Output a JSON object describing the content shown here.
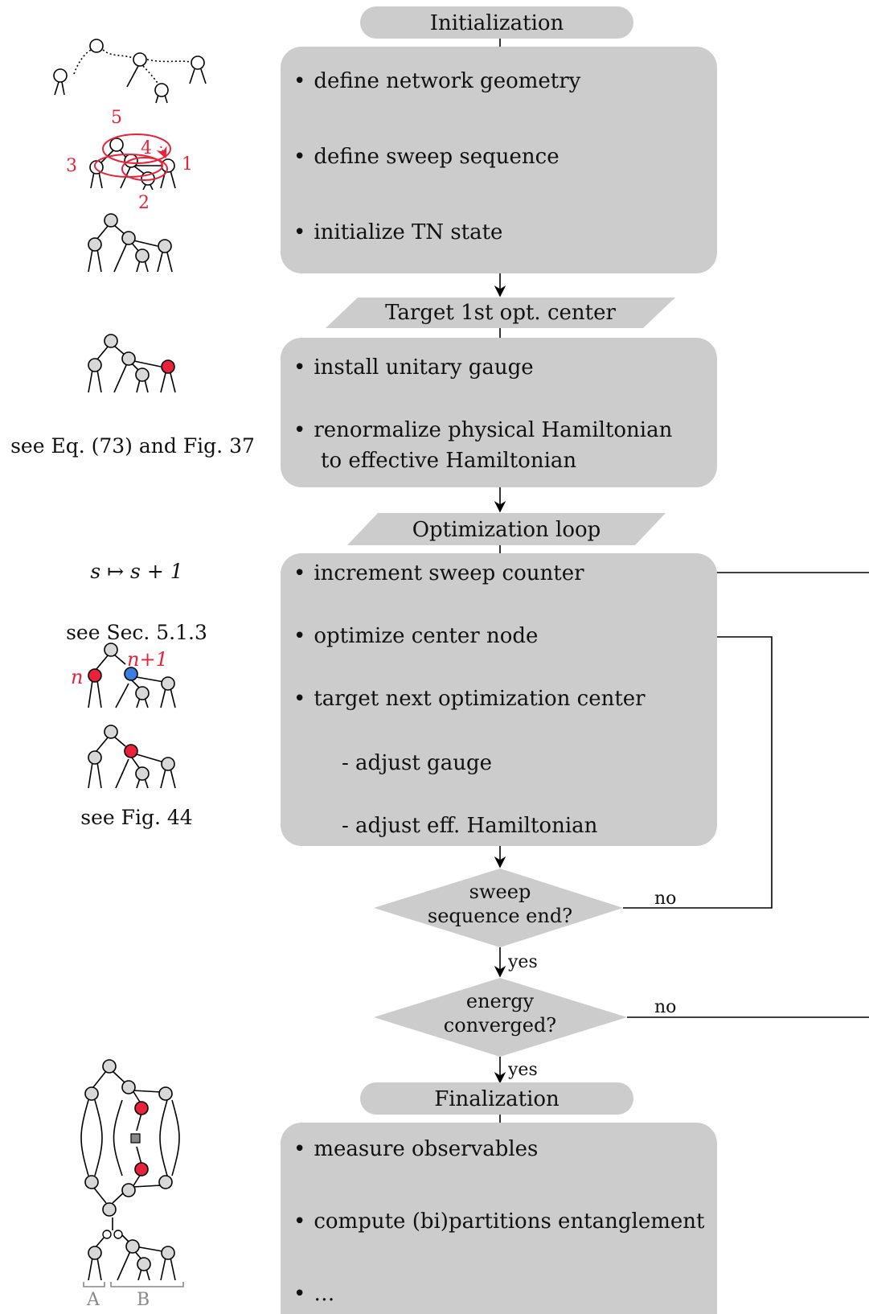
{
  "stages": {
    "initialization": "Initialization",
    "target_first": "Target 1st opt. center",
    "optimization_loop": "Optimization loop",
    "finalization": "Finalization"
  },
  "init_box": {
    "items": [
      "define network geometry",
      "define sweep sequence",
      "initialize TN state"
    ]
  },
  "target_box": {
    "items": [
      "install unitary gauge",
      "renormalize physical Hamiltonian"
    ],
    "continuation": "to effective Hamiltonian"
  },
  "loop_box": {
    "items": [
      "increment sweep counter",
      "optimize center node",
      "target next optimization center"
    ],
    "subitems": [
      "- adjust gauge",
      "- adjust eff. Hamiltonian"
    ]
  },
  "decisions": {
    "sweep": {
      "line1": "sweep",
      "line2": "sequence end?"
    },
    "energy": {
      "line1": "energy",
      "line2": "converged?"
    },
    "yes_label": "yes",
    "no_label": "no"
  },
  "final_box": {
    "items": [
      "measure observables",
      "compute (bi)partitions entanglement",
      "…"
    ]
  },
  "side_notes": {
    "eq_ref": "see Eq. (73) and Fig. 37",
    "sweep_counter": "s ↦ s + 1",
    "sec_ref": "see Sec. 5.1.3",
    "fig_ref": "see Fig. 44"
  },
  "tree_labels": {
    "sweep_numbers": [
      "5",
      "4",
      "3",
      "1",
      "2"
    ],
    "node_n": "n",
    "node_n_plus": "n+1",
    "partition_a": "A",
    "partition_b": "B"
  },
  "colors": {
    "box_fill": "#cccccc",
    "node_fill": "#d8d8d8",
    "highlight_red": "#e8223a",
    "highlight_blue": "#3a7fe0",
    "sweep_arrows": "#e8223a",
    "partition_gray": "#888888"
  },
  "icons": {
    "bullet": "•"
  }
}
